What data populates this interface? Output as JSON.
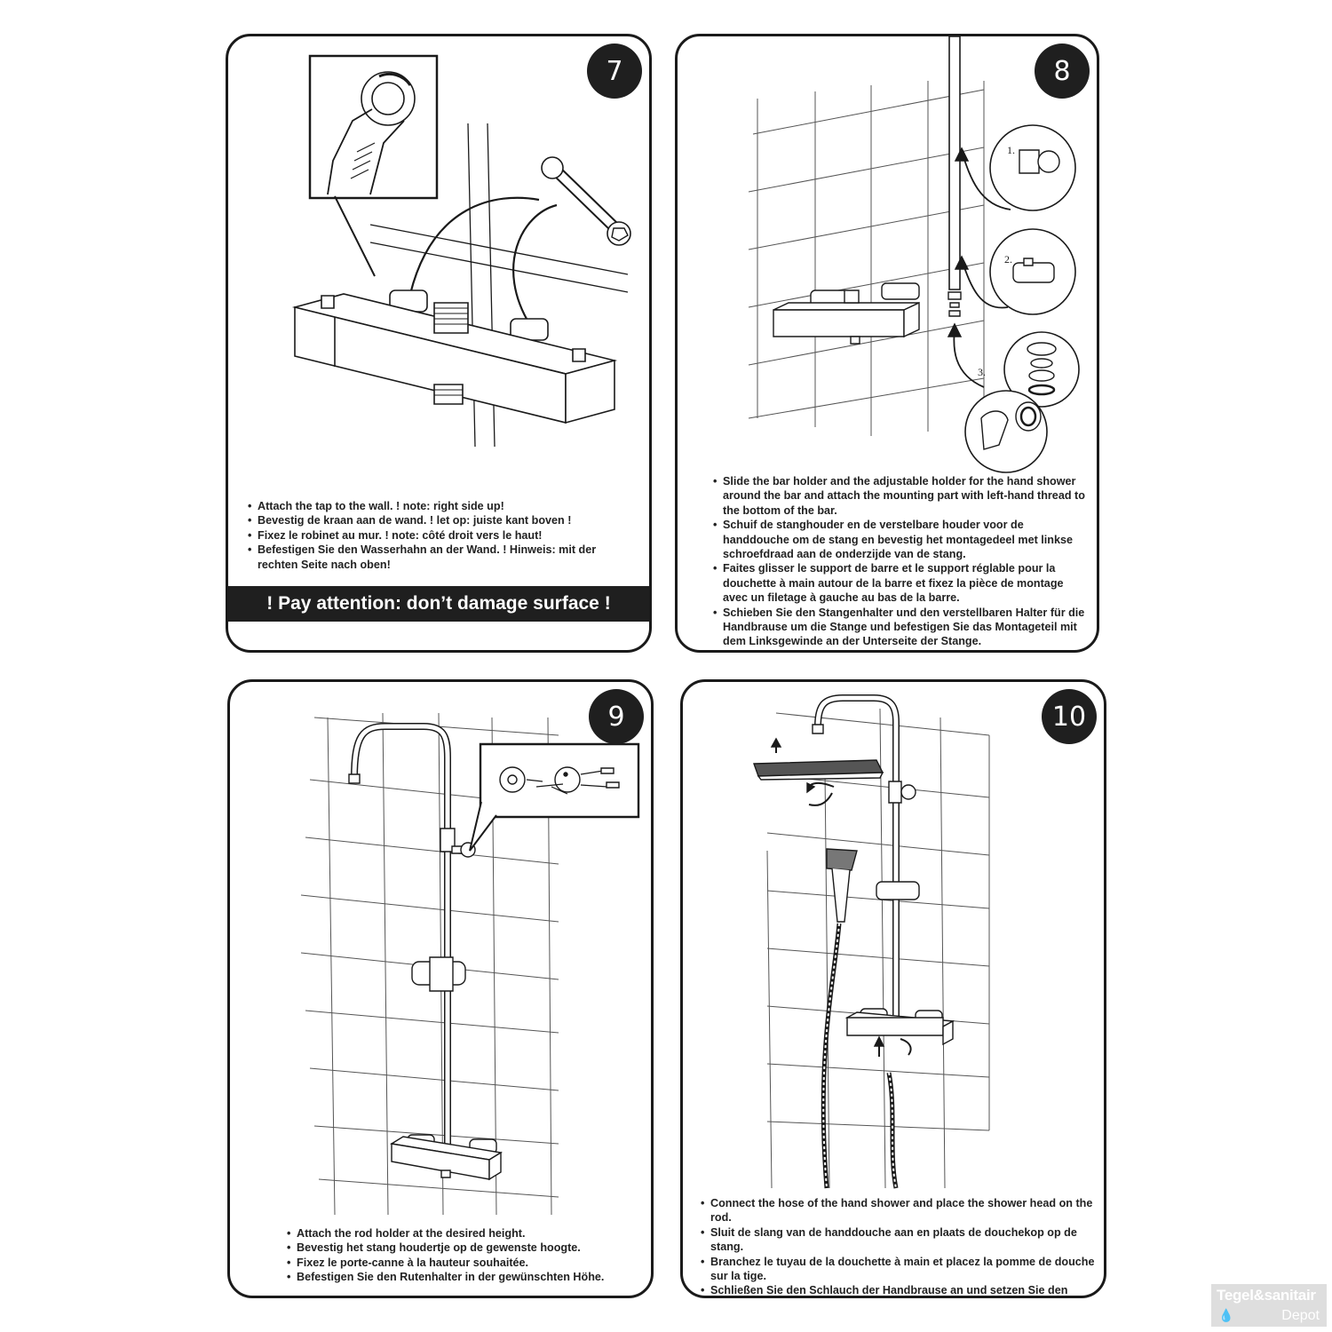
{
  "panels": [
    {
      "step": "7",
      "instructions": [
        "Attach the tap to the wall. ! note: right side up!",
        "Bevestig de kraan aan de wand. ! let op: juiste kant boven !",
        "Fixez le robinet au mur. ! note: côté droit vers le haut!",
        "Befestigen Sie den Wasserhahn an der Wand. ! Hinweis: mit der rechten Seite nach oben!"
      ],
      "warning": "! Pay attention: don’t damage surface !"
    },
    {
      "step": "8",
      "callouts": [
        "1.",
        "2.",
        "3."
      ],
      "instructions": [
        "Slide the bar holder and the adjustable holder for the hand shower around the bar and attach the mounting part with left-hand thread to the bottom of the bar.",
        "Schuif de stanghouder en de verstelbare houder voor de handdouche om de stang en bevestig het montagedeel met linkse schroefdraad aan de onderzijde van de stang.",
        "Faites glisser le support de barre et le support réglable pour la douchette à main autour de la barre et fixez la pièce de montage avec un filetage à gauche au bas de la barre.",
        "Schieben Sie den Stangenhalter und den verstellbaren Halter für die Handbrause um die Stange und befestigen Sie das Montageteil mit dem Linksgewinde an der Unterseite der Stange."
      ]
    },
    {
      "step": "9",
      "instructions": [
        "Attach the rod holder at the desired height.",
        "Bevestig het stang houdertje op de gewenste hoogte.",
        "Fixez le porte-canne à la hauteur souhaitée.",
        "Befestigen Sie den Rutenhalter in der gewünschten Höhe."
      ]
    },
    {
      "step": "10",
      "instructions": [
        "Connect the hose of the hand shower and place the shower head on the rod.",
        "Sluit de slang van de handdouche aan en plaats de douchekop op de stang.",
        "Branchez le tuyau de la douchette à main et placez la pomme de douche sur la tige.",
        "Schließen Sie den Schlauch der Handbrause an und setzen Sie den Duschkopf auf die Stange."
      ]
    }
  ],
  "watermark": {
    "line1": "Tegel&sanitair",
    "line2": "Depot"
  }
}
